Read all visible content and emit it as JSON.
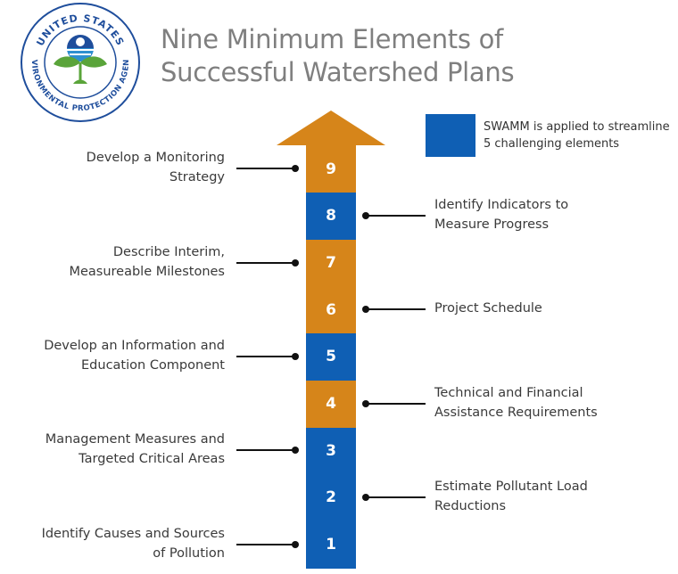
{
  "logo": {
    "name": "epa-seal",
    "text": "UNITED STATES ENVIRONMENTAL PROTECTION AGENCY",
    "colors": {
      "ring": "#1f4e9c",
      "leaf": "#5aa43a",
      "accent": "#2e8fd0"
    }
  },
  "title": {
    "line1": "Nine Minimum Elements of",
    "line2": "Successful Watershed Plans"
  },
  "legend": {
    "line1": "SWAMM is applied to streamline",
    "line2": "5 challenging elements",
    "color": "#0f5fb4"
  },
  "colors": {
    "blue": "#0f5fb4",
    "orange": "#d6851a"
  },
  "elements": [
    {
      "number": "1",
      "swamm": true,
      "side": "left",
      "line1": "Identify Causes and Sources",
      "line2": "of Pollution"
    },
    {
      "number": "2",
      "swamm": true,
      "side": "right",
      "line1": "Estimate Pollutant Load",
      "line2": "Reductions"
    },
    {
      "number": "3",
      "swamm": true,
      "side": "left",
      "line1": "Management Measures and",
      "line2": "Targeted Critical Areas"
    },
    {
      "number": "4",
      "swamm": false,
      "side": "right",
      "line1": "Technical and Financial",
      "line2": "Assistance Requirements"
    },
    {
      "number": "5",
      "swamm": true,
      "side": "left",
      "line1": "Develop an Information and",
      "line2": "Education Component"
    },
    {
      "number": "6",
      "swamm": false,
      "side": "right",
      "line1": "Project Schedule",
      "line2": ""
    },
    {
      "number": "7",
      "swamm": false,
      "side": "left",
      "line1": "Describe Interim,",
      "line2": "Measureable Milestones"
    },
    {
      "number": "8",
      "swamm": true,
      "side": "right",
      "line1": "Identify Indicators to",
      "line2": "Measure Progress"
    },
    {
      "number": "9",
      "swamm": false,
      "side": "left",
      "line1": "Develop a Monitoring",
      "line2": "Strategy"
    }
  ]
}
